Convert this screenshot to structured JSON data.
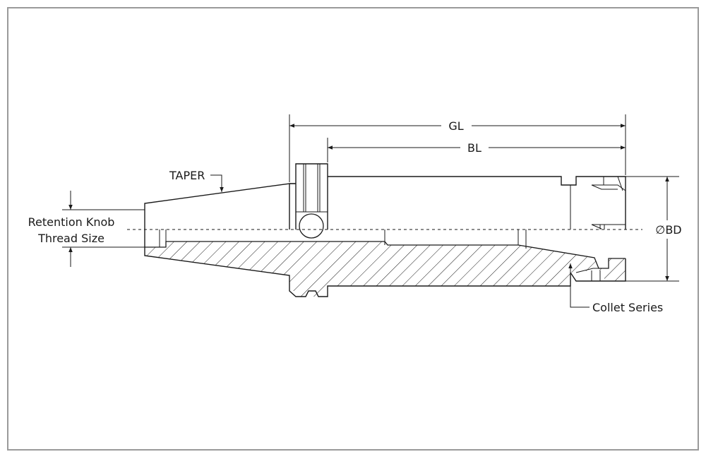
{
  "labels": {
    "gl": "GL",
    "bl": "BL",
    "taper": "TAPER",
    "retention_line1": "Retention Knob",
    "retention_line2": "Thread Size",
    "bd": "∅BD",
    "collet_series": "Collet Series"
  },
  "colors": {
    "line": "#1a1a1a",
    "border": "#9a9a9a"
  }
}
